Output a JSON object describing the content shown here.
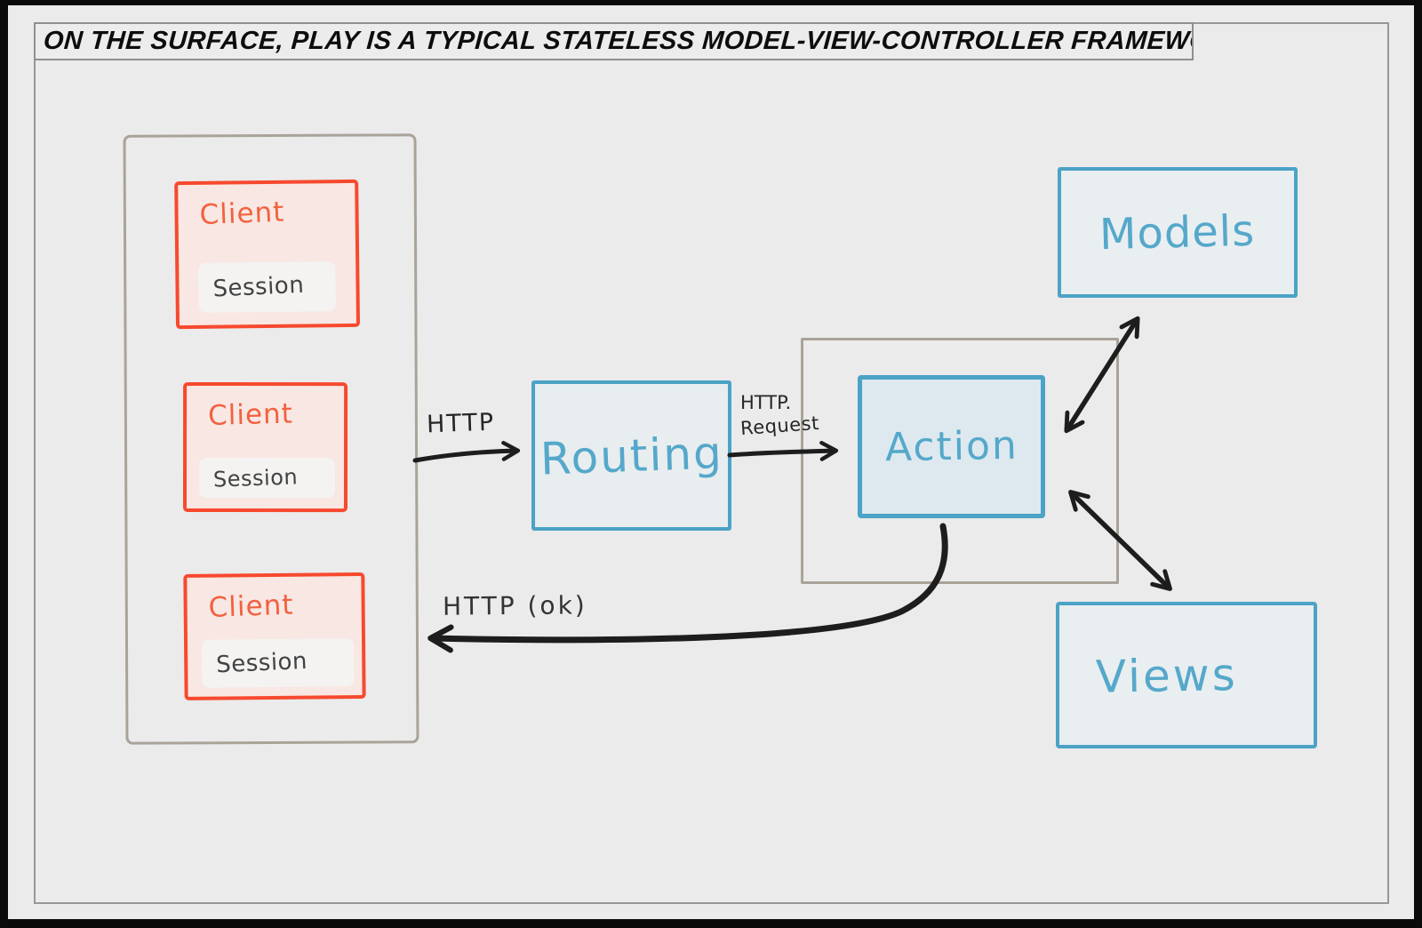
{
  "title": "ON THE SURFACE, PLAY IS A TYPICAL STATELESS MODEL-VIEW-CONTROLLER FRAMEWORK.",
  "diagram": {
    "clients": [
      {
        "label": "Client",
        "session_label": "Session"
      },
      {
        "label": "Client",
        "session_label": "Session"
      },
      {
        "label": "Client",
        "session_label": "Session"
      }
    ],
    "routing": {
      "label": "Routing"
    },
    "action": {
      "label": "Action"
    },
    "models": {
      "label": "Models"
    },
    "views": {
      "label": "Views"
    },
    "arrow_labels": {
      "http": "HTTP",
      "request_line1": "HTTP.",
      "request_line2": "Request",
      "response": "HTTP (ok)"
    },
    "colors": {
      "background": "#ebebeb",
      "client_border": "#f7492e",
      "client_fill": "#f8e7e2",
      "client_text": "#f2613f",
      "session_fill": "#f4f3f2",
      "session_text": "#424242",
      "blue_border": "#4ba3c5",
      "blue_fill": "#e8edf0",
      "blue_text": "#55a8ca",
      "container_border": "#a9a399",
      "arrow": "#1d1d1d"
    }
  }
}
